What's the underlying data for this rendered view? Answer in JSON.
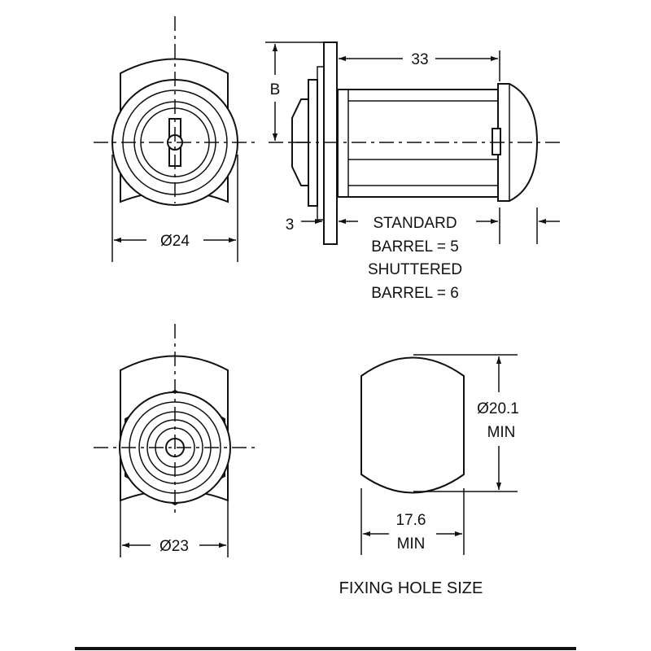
{
  "dimensions": {
    "length": "33",
    "b_label": "B",
    "flange": "3",
    "dia_front": "Ø24",
    "dia_back": "Ø23",
    "hole_height_line1": "Ø20.1",
    "hole_height_line2": "MIN",
    "hole_width_line1": "17.6",
    "hole_width_line2": "MIN"
  },
  "notes": {
    "line1": "STANDARD",
    "line2": "BARREL = 5",
    "line3": "SHUTTERED",
    "line4": "BARREL = 6"
  },
  "caption": "FIXING HOLE SIZE",
  "colors": {
    "line": "#111111",
    "background": "#ffffff"
  }
}
